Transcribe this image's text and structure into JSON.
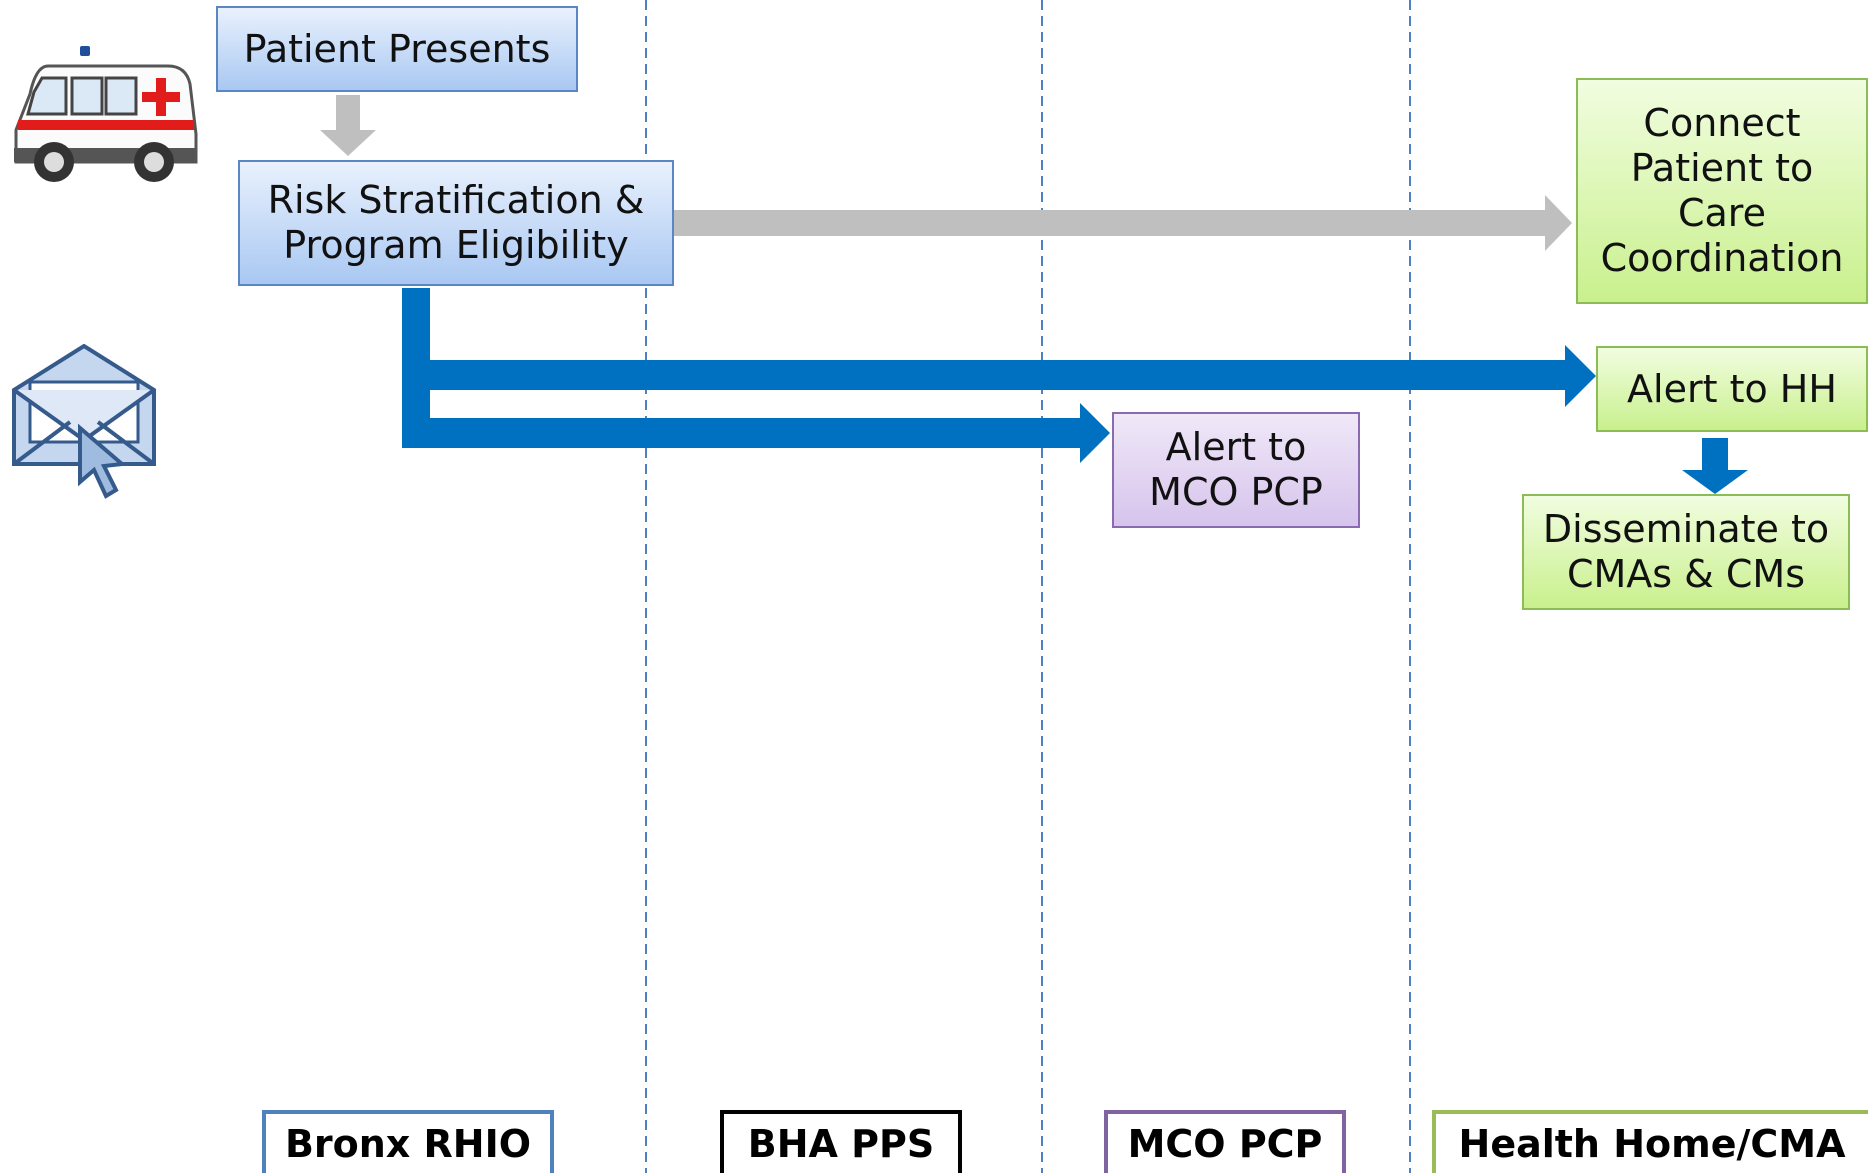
{
  "boxes": {
    "patient_presents": "Patient Presents",
    "risk_stratification": "Risk Stratification &\nProgram Eligibility",
    "connect_patient": "Connect\nPatient to\nCare\nCoordination",
    "alert_hh": "Alert to HH",
    "alert_mco": "Alert to\nMCO PCP",
    "disseminate": "Disseminate to\nCMAs & CMs"
  },
  "lanes": {
    "bronx_rhio": "Bronx RHIO",
    "bha_pps": "BHA PPS",
    "mco_pcp": "MCO PCP",
    "health_home": "Health Home/CMA"
  },
  "icons": [
    "ambulance-icon",
    "email-alert-icon"
  ],
  "colors": {
    "blue_arrow": "#0070c0",
    "gray_arrow": "#bfbfbf",
    "bronx_border": "#4f81bd",
    "bha_border": "#000000",
    "mco_border": "#8064a2",
    "hh_border": "#9bbb59",
    "divider": "#4f81bd"
  }
}
